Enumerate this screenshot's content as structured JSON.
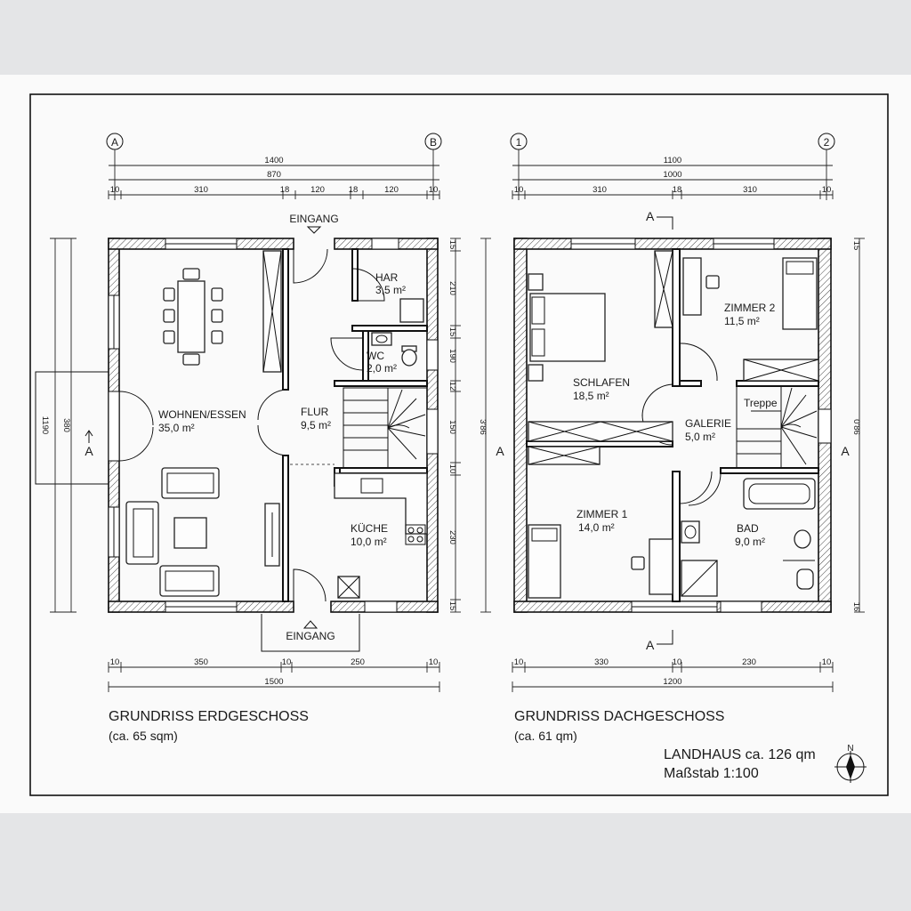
{
  "left_plan": {
    "grid_left": "A",
    "grid_right": "B",
    "dim_top_overall": "1400",
    "dim_top_inner": "870",
    "dim_top_segments": [
      "10",
      "310",
      "18",
      "120",
      "18",
      "120",
      "10"
    ],
    "dim_bottom_segments": [
      "10",
      "350",
      "10",
      "250",
      "10"
    ],
    "dim_bottom_overall": "1500",
    "dim_left_outer": "1190",
    "dim_left_inner": "380",
    "dim_right_segments": [
      "15",
      "210",
      "15",
      "190",
      "12",
      "150",
      "10",
      "230",
      "15"
    ],
    "entrance_top": "EINGANG",
    "entrance_bottom": "EINGANG",
    "section_marker": "A",
    "rooms": {
      "wohnen": {
        "name": "WOHNEN/ESSEN",
        "area": "35,0 m²"
      },
      "flur": {
        "name": "FLUR",
        "area": "9,5 m²"
      },
      "har": {
        "name": "HAR",
        "area": "3,5 m²"
      },
      "wc": {
        "name": "WC",
        "area": "2,0 m²"
      },
      "kueche": {
        "name": "KÜCHE",
        "area": "10,0 m²"
      }
    },
    "title": "GRUNDRISS ERDGESCHOSS",
    "subtitle": "(ca. 65 sqm)"
  },
  "right_plan": {
    "grid_left": "1",
    "grid_right": "2",
    "dim_top_overall": "1100",
    "dim_top_inner": "1000",
    "dim_top_segments": [
      "10",
      "310",
      "18",
      "310",
      "10"
    ],
    "dim_bottom_segments": [
      "10",
      "330",
      "10",
      "230",
      "10"
    ],
    "dim_bottom_overall": "1200",
    "dim_left": "3'86",
    "dim_right_segments": [
      "15",
      "16"
    ],
    "dim_right_vertical": "0'86",
    "section_marker": "A",
    "rooms": {
      "schlafen": {
        "name": "SCHLAFEN",
        "area": "18,5 m²"
      },
      "zimmer2": {
        "name": "ZIMMER 2",
        "area": "11,5 m²"
      },
      "galerie": {
        "name": "GALERIE",
        "area": "5,0 m²"
      },
      "treppe": {
        "name": "Treppe"
      },
      "zimmer1": {
        "name": "ZIMMER 1",
        "area": "14,0 m²"
      },
      "bad": {
        "name": "BAD",
        "area": "9,0 m²"
      }
    },
    "title": "GRUNDRISS DACHGESCHOSS",
    "subtitle": "(ca. 61 qm)"
  },
  "project": {
    "name": "LANDHAUS ca. 126 qm",
    "scale": "Maßstab 1:100",
    "north": "N"
  }
}
